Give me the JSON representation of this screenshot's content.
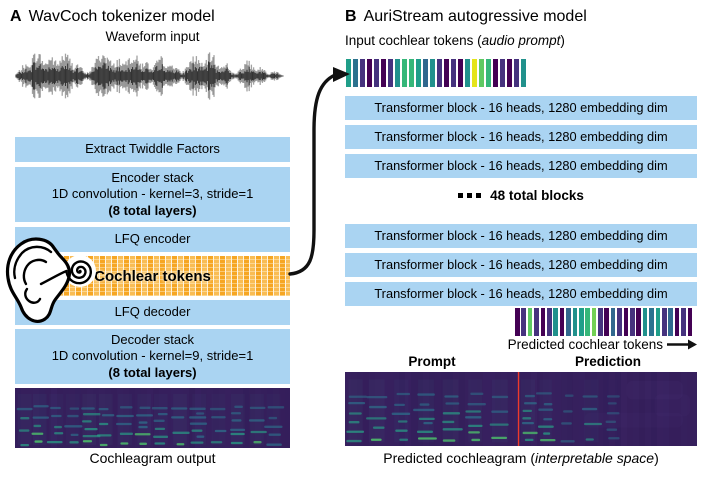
{
  "panel_a": {
    "label": "A",
    "title": "WavCoch tokenizer model",
    "waveform_label": "Waveform input",
    "boxes": {
      "extract": "Extract Twiddle Factors",
      "encoder_line1": "Encoder stack",
      "encoder_line2": "1D convolution - kernel=3, stride=1",
      "encoder_line3": "(8 total layers)",
      "lfq_encoder": "LFQ encoder",
      "cochlear_tokens": "Cochlear tokens",
      "lfq_decoder": "LFQ decoder",
      "decoder_line1": "Decoder stack",
      "decoder_line2": "1D convolution - kernel=9, stride=1",
      "decoder_line3": "(8 total layers)"
    },
    "output_label": "Cochleagram output"
  },
  "panel_b": {
    "label": "B",
    "title": "AuriStream autogressive model",
    "input_tokens_prefix": "Input cochlear tokens (",
    "input_tokens_italic": "audio prompt",
    "input_tokens_suffix": ")",
    "transformer_block_label": "Transformer block - 16 heads, 1280 embedding dim",
    "ellipsis_label": "48 total blocks",
    "predicted_tokens_label": "Predicted cochlear tokens",
    "prompt_label": "Prompt",
    "prediction_label": "Prediction",
    "output_prefix": "Predicted cochleagram (",
    "output_italic": "interpretable space",
    "output_suffix": ")"
  },
  "colors": {
    "block_blue": "#aad4f2",
    "token_band_orange": "#f6a623",
    "cochleagram_bg": "#38215f",
    "split_line_red": "#ee3b2c",
    "arrow_black": "#111111"
  },
  "input_token_colors": [
    "#1f9e89",
    "#2c728e",
    "#46327e",
    "#440154",
    "#46327e",
    "#440154",
    "#46327e",
    "#21918c",
    "#35b779",
    "#35b779",
    "#1f9e89",
    "#31688e",
    "#21918c",
    "#46327e",
    "#440154",
    "#46327e",
    "#440154",
    "#21918c",
    "#e5e419",
    "#5ec962",
    "#35b779",
    "#440154",
    "#46327e",
    "#440154",
    "#46327e",
    "#21918c"
  ],
  "predicted_token_colors": [
    "#440154",
    "#46327e",
    "#5ec962",
    "#46327e",
    "#440154",
    "#46327e",
    "#21918c",
    "#440154",
    "#31688e",
    "#21918c",
    "#1f9e89",
    "#35b779",
    "#73d055",
    "#46327e",
    "#440154",
    "#31688e",
    "#46327e",
    "#440154",
    "#46327e",
    "#440154",
    "#21918c",
    "#2c728e",
    "#1f9e89",
    "#46327e",
    "#31688e",
    "#440154",
    "#46327e",
    "#440154"
  ]
}
